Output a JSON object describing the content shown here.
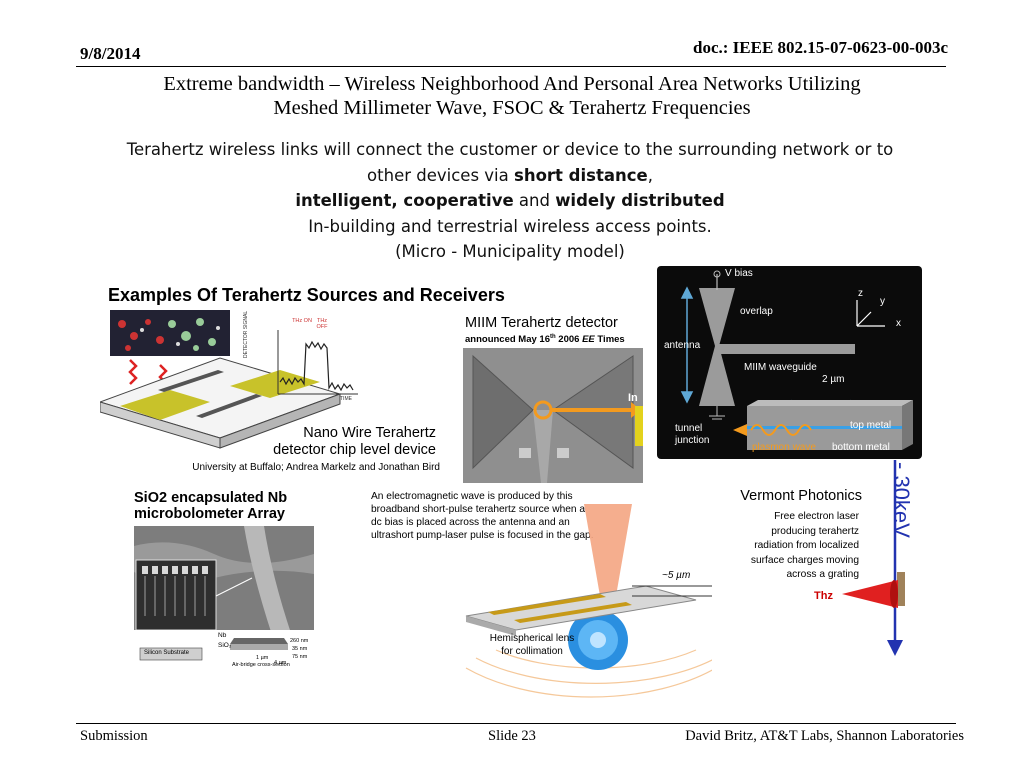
{
  "header": {
    "date": "9/8/2014",
    "doc": "doc.: IEEE 802.15-07-0623-00-003c"
  },
  "title": {
    "line1": "Extreme bandwidth – Wireless Neighborhood And Personal Area Networks Utilizing",
    "line2": "Meshed Millimeter Wave, FSOC & Terahertz Frequencies"
  },
  "tagline": {
    "part1": "Terahertz wireless links will connect the customer or device to the surrounding network or to other devices via ",
    "bold1": "short distance",
    "part2": ",",
    "bold2": "intelligent, cooperative",
    "part3": " and ",
    "bold3": "widely distributed",
    "line4": "In-building and terrestrial wireless access points.",
    "line5": "(Micro - Municipality model)"
  },
  "examples_title": "Examples Of Terahertz Sources and Receivers",
  "nanowire": {
    "title_line1": "Nano Wire Terahertz",
    "title_line2": "detector chip level device",
    "credit": "University at Buffalo; Andrea Markelz and Jonathan Bird",
    "plot_ylabel": "DETECTOR SIGNAL",
    "plot_xlabel": "TIME",
    "thz_on": "THz ON",
    "thz_off": "THz OFF"
  },
  "miim": {
    "title": "MIIM Terahertz detector",
    "announced_prefix": "announced May 16",
    "announced_sup": "th",
    "announced_year": " 2006 ",
    "announced_pub": "EE",
    "announced_suffix": " Times",
    "in_label": "In"
  },
  "diagram": {
    "v_bias": "V bias",
    "overlap": "overlap",
    "antenna": "antenna",
    "miim_waveguide": "MIIM waveguide",
    "two_um": "2 µm",
    "tunnel": "tunnel",
    "junction": "junction",
    "top_metal": "top metal",
    "bottom_metal": "bottom metal",
    "plasmon_wave": "plasmon wave",
    "axis_z": "z",
    "axis_y": "y",
    "axis_x": "x"
  },
  "sio2": {
    "line1": "SiO2 encapsulated Nb",
    "line2": "microbolometer Array",
    "nb": "Nb",
    "sio2_label": "SiO₂",
    "silicon": "Silicon Substrate",
    "airbridge": "Air-bridge cross-section",
    "d260": "260 nm",
    "d35": "35 nm",
    "d75": "75 nm",
    "d1um": "1 µm",
    "d4um": "4 µm"
  },
  "em_wave": {
    "text": "An electromagnetic wave is produced by this broadband short-pulse terahertz source when a dc bias is placed across the antenna and an ultrashort pump-laser pulse is focused in the gap.",
    "five_um": "~5 µm",
    "lens_line1": "Hemispherical lens",
    "lens_line2": "for collimation"
  },
  "vermont": {
    "title": "Vermont Photonics",
    "line1": "Free electron laser",
    "line2": "producing terahertz",
    "line3": "radiation from localized",
    "line4": "surface charges moving",
    "line5": "across a grating",
    "beam_label": "- 30keV",
    "thz": "Thz"
  },
  "footer": {
    "left": "Submission",
    "center": "Slide 23",
    "right": "David Britz, AT&T Labs, Shannon Laboratories"
  }
}
